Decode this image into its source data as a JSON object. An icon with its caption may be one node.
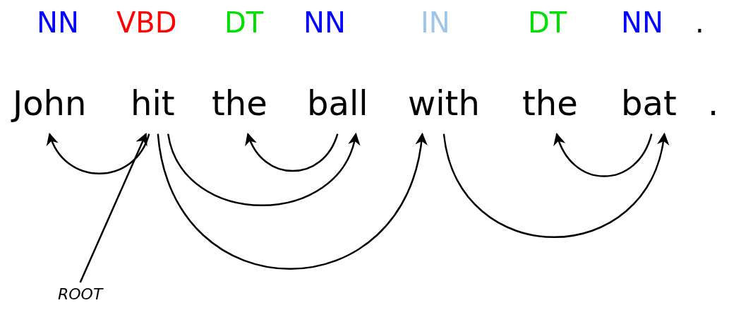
{
  "diagram": {
    "nodes": [
      {
        "text": [
          "John"
        ],
        "beside": [
          "NN"
        ]
      },
      {
        "text": [
          "hit"
        ],
        "beside": [
          "VBD"
        ]
      },
      {
        "text": [
          "the"
        ],
        "beside": [
          "DT"
        ]
      },
      {
        "text": [
          "ball"
        ],
        "beside": [
          "NN"
        ]
      },
      {
        "text": [
          "with"
        ],
        "beside": [
          "IN"
        ]
      },
      {
        "text": [
          "the"
        ],
        "beside": [
          "DT"
        ]
      },
      {
        "text": [
          "bat"
        ],
        "beside": [
          "NN"
        ]
      },
      {
        "text": [
          "."
        ],
        "beside": [
          "."
        ]
      },
      {
        "text": [
          "ROOT"
        ]
      }
    ],
    "edges": [
      {
        "from": 1,
        "to": 0,
        "arrow": "to"
      },
      {
        "from": 3,
        "to": 2,
        "arrow": "to"
      },
      {
        "from": 1,
        "to": 3,
        "arrow": "to"
      },
      {
        "from": 1,
        "to": 4,
        "arrow": "to"
      },
      {
        "from": 6,
        "to": 5,
        "arrow": "to"
      },
      {
        "from": 4,
        "to": 6,
        "arrow": "to"
      },
      {
        "from": 8,
        "to": 1,
        "arrow": "to"
      }
    ]
  }
}
